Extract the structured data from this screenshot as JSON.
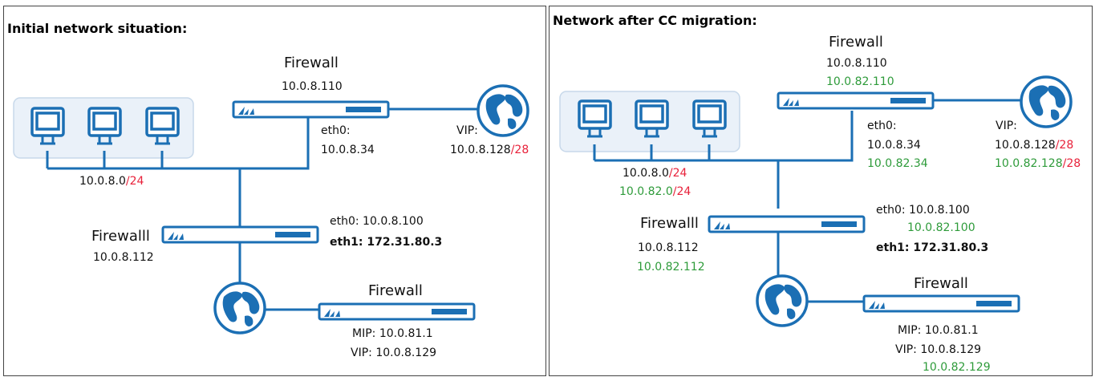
{
  "left": {
    "title": "Initial network situation:",
    "fw_top": {
      "name": "Firewall",
      "ip": "10.0.8.110",
      "eth0": "eth0:",
      "eth0_ip": "10.0.8.34"
    },
    "vip": {
      "label": "VIP:",
      "addr": "10.0.8.128",
      "mask": "/28"
    },
    "lan": {
      "addr": "10.0.8.0",
      "mask": "/24"
    },
    "fw_mid": {
      "name": "Firewalll",
      "ip": "10.0.8.112",
      "eth0": "eth0: 10.0.8.100",
      "eth1": "eth1: 172.31.80.3"
    },
    "fw_bot": {
      "name": "Firewall",
      "mip": "MIP: 10.0.81.1",
      "vip": "VIP: 10.0.8.129"
    }
  },
  "right": {
    "title": "Network after CC migration:",
    "fw_top": {
      "name": "Firewall",
      "ip": "10.0.8.110",
      "ip_new": "10.0.82.110",
      "eth0": "eth0:",
      "eth0_ip": "10.0.8.34",
      "eth0_ip_new": "10.0.82.34"
    },
    "vip": {
      "label": "VIP:",
      "addr": "10.0.8.128",
      "mask": "/28",
      "addr_new": "10.0.82.128",
      "mask_new": "/28"
    },
    "lan": {
      "addr": "10.0.8.0",
      "mask": "/24",
      "addr_new": "10.0.82.0",
      "mask_new": "/24"
    },
    "fw_mid": {
      "name": "Firewalll",
      "ip": "10.0.8.112",
      "ip_new": "10.0.82.112",
      "eth0": "eth0: 10.0.8.100",
      "eth0_new": "10.0.82.100",
      "eth1": "eth1: 172.31.80.3"
    },
    "fw_bot": {
      "name": "Firewall",
      "mip": "MIP: 10.0.81.1",
      "vip": "VIP: 10.0.8.129",
      "vip_new": "10.0.82.129"
    }
  },
  "colors": {
    "accent": "#1b6fb4",
    "mask": "#e8213a",
    "new_address": "#2e9b3a"
  }
}
